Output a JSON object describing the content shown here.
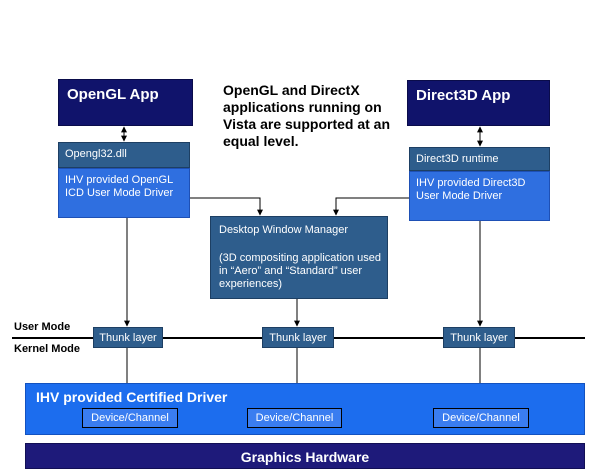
{
  "opengl_app": "OpenGL App",
  "direct3d_app": "Direct3D App",
  "center_note": "OpenGL and DirectX applications running on Vista are supported at an equal level.",
  "opengl_dll": "Opengl32.dll",
  "opengl_icd": "IHV provided OpenGL ICD User Mode Driver",
  "d3d_runtime": "Direct3D runtime",
  "d3d_umd": "IHV provided Direct3D User Mode Driver",
  "dwm_title": "Desktop Window Manager",
  "dwm_desc": "(3D compositing application used in “Aero” and “Standard” user experiences)",
  "user_mode": "User Mode",
  "kernel_mode": "Kernel Mode",
  "thunk_layers": [
    "Thunk layer",
    "Thunk layer",
    "Thunk layer"
  ],
  "certified_driver": "IHV provided Certified Driver",
  "device_channels": [
    "Device/Channel",
    "Device/Channel",
    "Device/Channel"
  ],
  "graphics_hardware": "Graphics Hardware",
  "colors": {
    "app_box": "#10136b",
    "api_box": "#2e5d8c",
    "driver_box": "#2f6fe0",
    "driver_band": "#1c6dee",
    "hardware_band": "#1e1a7a"
  }
}
